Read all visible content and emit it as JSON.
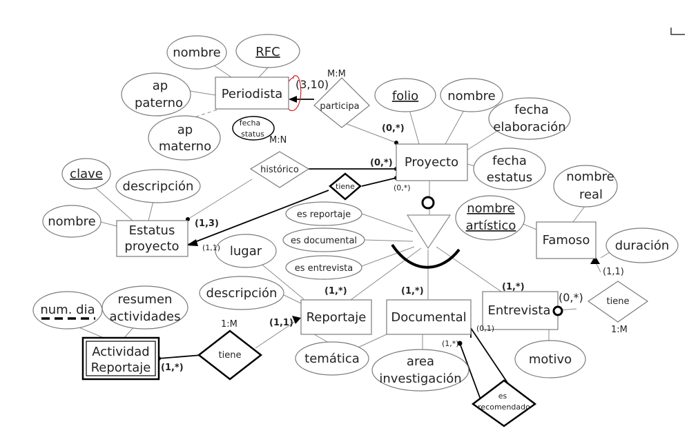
{
  "entities": {
    "periodista": "Periodista",
    "proyecto": "Proyecto",
    "estatus_line1": "Estatus",
    "estatus_line2": "proyecto",
    "famoso": "Famoso",
    "reportaje": "Reportaje",
    "documental": "Documental",
    "entrevista": "Entrevista",
    "actividad_line1": "Actividad",
    "actividad_line2": "Reportaje"
  },
  "attributes": {
    "p_nombre": "nombre",
    "p_rfc": "RFC",
    "p_ap_paterno_1": "ap",
    "p_ap_paterno_2": "paterno",
    "p_ap_materno_1": "ap",
    "p_ap_materno_2": "materno",
    "pr_folio": "folio",
    "pr_nombre": "nombre",
    "pr_fecha_elab_1": "fecha",
    "pr_fecha_elab_2": "elaboración",
    "pr_fecha_est_1": "fecha",
    "pr_fecha_est_2": "estatus",
    "e_clave": "clave",
    "e_descripcion": "descripción",
    "e_nombre": "nombre",
    "f_nombre_real_1": "nombre",
    "f_nombre_real_2": "real",
    "f_nombre_art_1": "nombre",
    "f_nombre_art_2": "artístico",
    "duracion": "duración",
    "lugar": "lugar",
    "r_descripcion": "descripción",
    "num_dia": "num. dia",
    "resumen_1": "resumen",
    "resumen_2": "actividades",
    "tematica": "temática",
    "area_1": "area",
    "area_2": "investigación",
    "motivo": "motivo",
    "fecha_status_1": "fecha",
    "fecha_status_2": "status",
    "es_reportaje": "es reportaje",
    "es_documental": "es documental",
    "es_entrevista": "es entrevista"
  },
  "relationships": {
    "participa": "participa",
    "historico": "histórico",
    "tiene_proyecto": "tiene",
    "tiene_actividad": "tiene",
    "tiene_famoso": "tiene",
    "es_recomendado_1": "es",
    "es_recomendado_2": "recomendado"
  },
  "cardinalities": {
    "participa_type": "M:M",
    "periodista_card": "(3,10)",
    "proyecto_participa": "(0,*)",
    "historico_type": "M:N",
    "proyecto_historico": "(0,*)",
    "proyecto_tiene": "(0,*)",
    "estatus_historico": "(1,3)",
    "estatus_tiene": "(1,1)",
    "reportaje_sub": "(1,*)",
    "documental_sub": "(1,*)",
    "entrevista_sub": "(1,*)",
    "actividad_type": "1:M",
    "reportaje_actividad": "(1,1)",
    "actividad_card": "(1,*)",
    "famoso_card": "(1,1)",
    "entrevista_famoso": "(0,*)",
    "famoso_type": "1:M",
    "documental_rec_1": "(1,*)",
    "documental_rec_2": "(0,1)"
  }
}
